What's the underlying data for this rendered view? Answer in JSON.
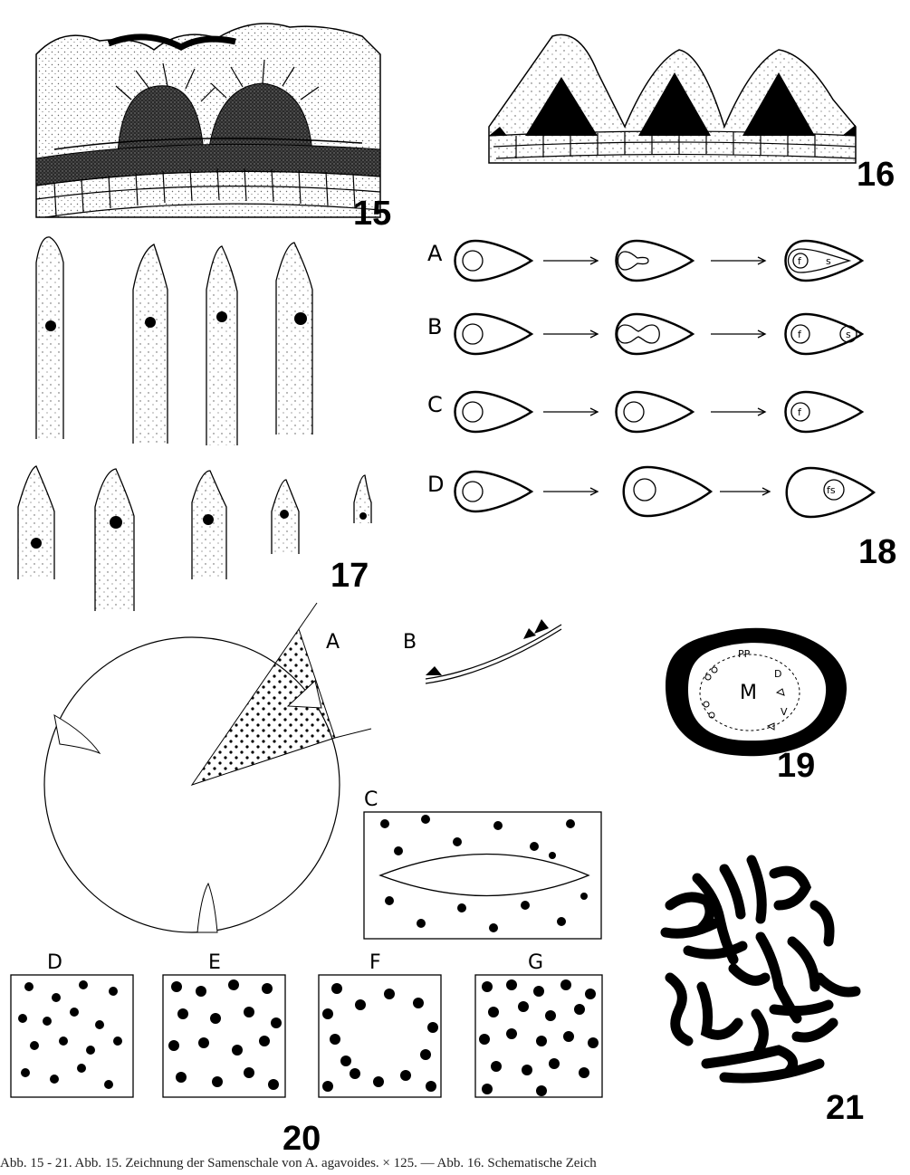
{
  "figures": {
    "fig15": "15",
    "fig16": "16",
    "fig17": "17",
    "fig18": "18",
    "fig19": "19",
    "fig20": "20",
    "fig21": "21"
  },
  "fig18": {
    "rows": [
      "A",
      "B",
      "C",
      "D"
    ],
    "labels": {
      "f": "f",
      "s": "s",
      "fs": "fs"
    }
  },
  "fig19": {
    "center": "M",
    "pp": "PP",
    "d": "D",
    "v": "V"
  },
  "fig20": {
    "panels": [
      "A",
      "B",
      "C",
      "D",
      "E",
      "F",
      "G"
    ]
  },
  "caption": "Abb. 15 - 21. Abb. 15. Zeichnung der Samenschale von A. agavoides. × 125. — Abb. 16. Schematische Zeich"
}
